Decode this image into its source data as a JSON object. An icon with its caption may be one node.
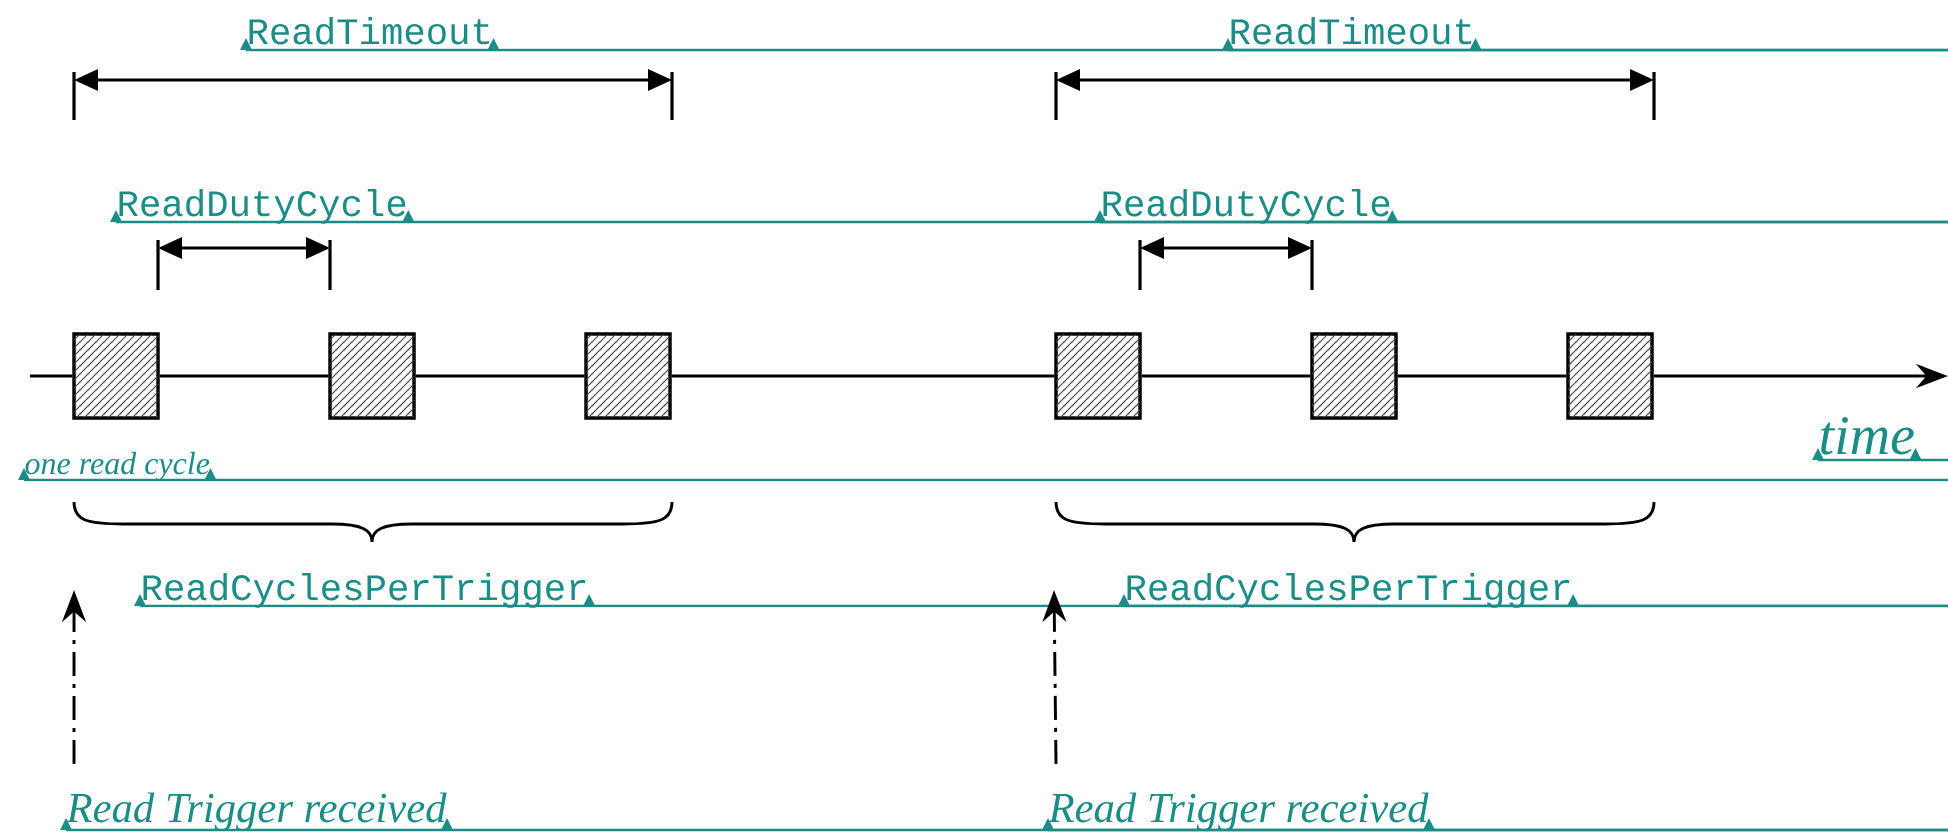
{
  "diagram": {
    "nodes": [
      {
        "text": [],
        "shape": "box"
      },
      {
        "text": [],
        "shape": "box"
      },
      {
        "text": [],
        "shape": "box"
      },
      {
        "text": [],
        "shape": "box"
      },
      {
        "text": [],
        "shape": "box"
      },
      {
        "text": [],
        "shape": "box"
      },
      {
        "text": [
          "Read Trigger received"
        ]
      },
      {
        "text": [
          "Read Trigger received"
        ]
      }
    ],
    "edges": [
      {
        "from": null,
        "to": 0,
        "arrow": "none"
      },
      {
        "from": 0,
        "to": 1,
        "arrow": "none"
      },
      {
        "from": 1,
        "to": 2,
        "arrow": "none"
      },
      {
        "from": 2,
        "to": 3,
        "arrow": "none"
      },
      {
        "from": 3,
        "to": 4,
        "arrow": "none"
      },
      {
        "from": 4,
        "to": 5,
        "arrow": "none"
      },
      {
        "from": 5,
        "to": null,
        "arrow": "to"
      },
      {
        "from": 6,
        "to": null,
        "arrow": "to",
        "style": "dashed"
      },
      {
        "from": 7,
        "to": null,
        "arrow": "to",
        "style": "dashed"
      }
    ],
    "labels": [
      "ReadTimeout",
      "ReadTimeout",
      "ReadDutyCycle",
      "ReadDutyCycle",
      "time",
      "one read cycle",
      "ReadCyclesPerTrigger",
      "ReadCyclesPerTrigger"
    ]
  }
}
